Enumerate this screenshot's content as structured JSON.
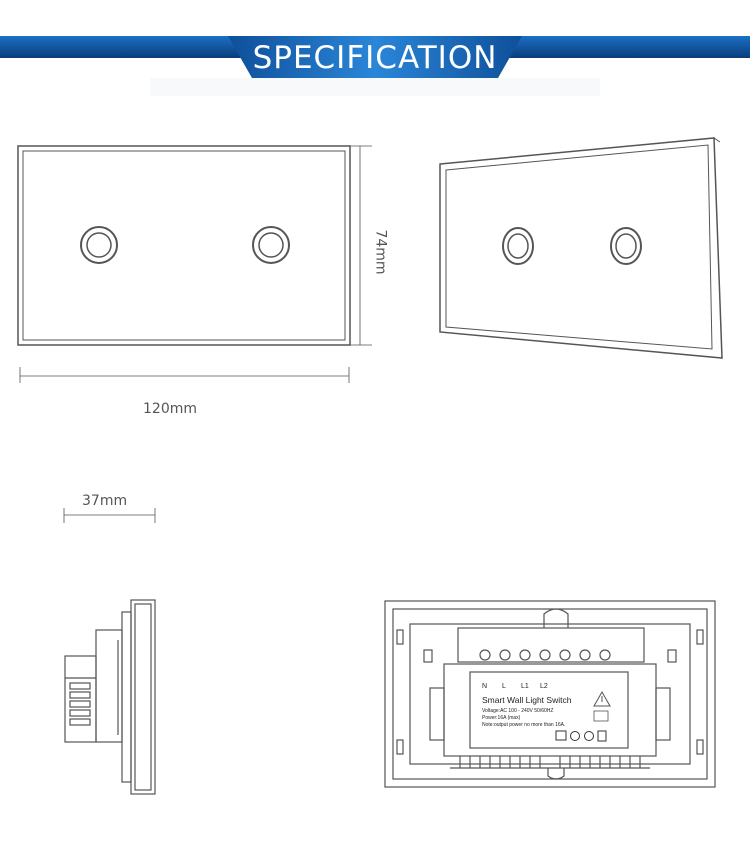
{
  "banner": {
    "title": "SPECIFICATION",
    "colors": {
      "dark": "#0a3d7a",
      "mid": "#1560b0",
      "light": "#3d8fdc"
    }
  },
  "dimensions": {
    "width": "120mm",
    "height": "74mm",
    "depth": "37mm"
  },
  "rear_label": {
    "terminals": [
      "N",
      "L",
      "L1",
      "L2"
    ],
    "title": "Smart Wall Light Switch",
    "voltage": "Voltage:AC 100 - 240V  50/60HZ",
    "power": "Power:16A (max)",
    "note": "Note:output power no more than 16A."
  }
}
